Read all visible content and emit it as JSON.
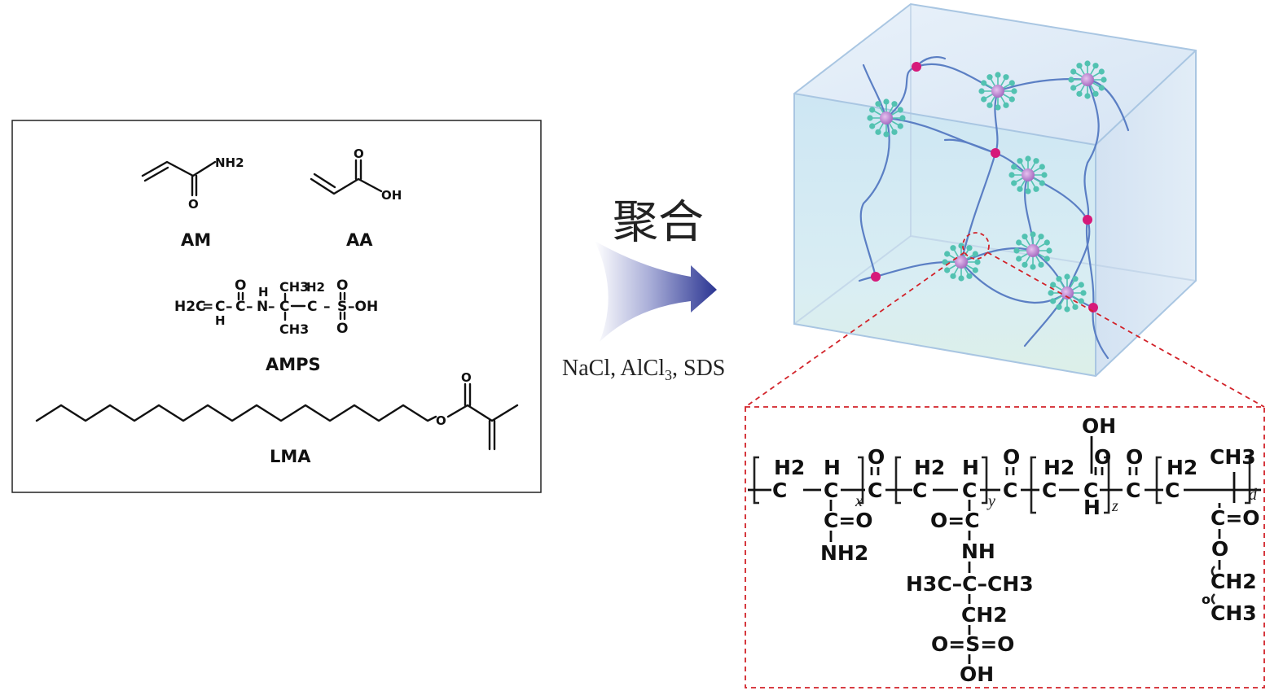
{
  "monomers": {
    "am": {
      "name": "AM",
      "group": "NH2",
      "oxygen": "O"
    },
    "aa": {
      "name": "AA",
      "group": "OH",
      "oxygen": "O"
    },
    "amps": {
      "name": "AMPS",
      "h2c": "H2C",
      "eq": "=",
      "c1": "C",
      "h1": "H",
      "dash1": "–",
      "o1": "O",
      "c2": "C",
      "dash2": "–",
      "nh_h": "H",
      "n": "N",
      "dash3": "–",
      "ch3_top": "CH3",
      "h2_top": "H2",
      "c3": "C",
      "c4": "C",
      "dash4": "–",
      "ch3_bottom": "CH3",
      "s": "S",
      "o_top": "O",
      "o_bottom": "O",
      "oh": "–OH"
    },
    "lma": {
      "name": "LMA",
      "o_carbonyl": "O",
      "o_ester": "O"
    }
  },
  "reaction": {
    "label": "聚合",
    "conditions_prefix": "NaCl, AlCl",
    "conditions_sub": "3",
    "conditions_suffix": ", SDS"
  },
  "structure": {
    "subscripts": {
      "x": "x",
      "y": "y",
      "z": "z",
      "d": "d"
    },
    "unit1": {
      "h2": "H2",
      "c": "C",
      "h": "H",
      "ch": "C",
      "co": "C=O",
      "nh2": "NH2"
    },
    "link1": {
      "c": "C",
      "o": "O"
    },
    "unit2": {
      "h2": "H2",
      "c": "C",
      "h": "H",
      "ch": "C",
      "oc": "O=C",
      "nh": "NH",
      "quat": "H3C–C–CH3",
      "ch2": "CH2",
      "so3": "O=S=O",
      "oh": "OH"
    },
    "link2": {
      "c": "C",
      "o": "O"
    },
    "unit3": {
      "h2": "H2",
      "c": "C",
      "oh": "OH",
      "ch": "C",
      "h": "H"
    },
    "link3": {
      "c": "C",
      "o": "O"
    },
    "unit4": {
      "h2": "H2",
      "c": "C",
      "ch3_top": "CH3",
      "co": "C=O",
      "o": "O",
      "ch2": "CH2",
      "ch3": "CH3",
      "ring": "o"
    }
  },
  "colors": {
    "gel_face": "#cfe6f3",
    "gel_edge": "#b8d3ea",
    "strand": "#5b7fc4",
    "crosslink": "#d6197a",
    "micelle_core": "#c58ad6",
    "micelle_arm": "#52c2b1",
    "arrow_dark": "#2b3592",
    "zoom_box": "#d2232a",
    "frame": "#222222"
  }
}
